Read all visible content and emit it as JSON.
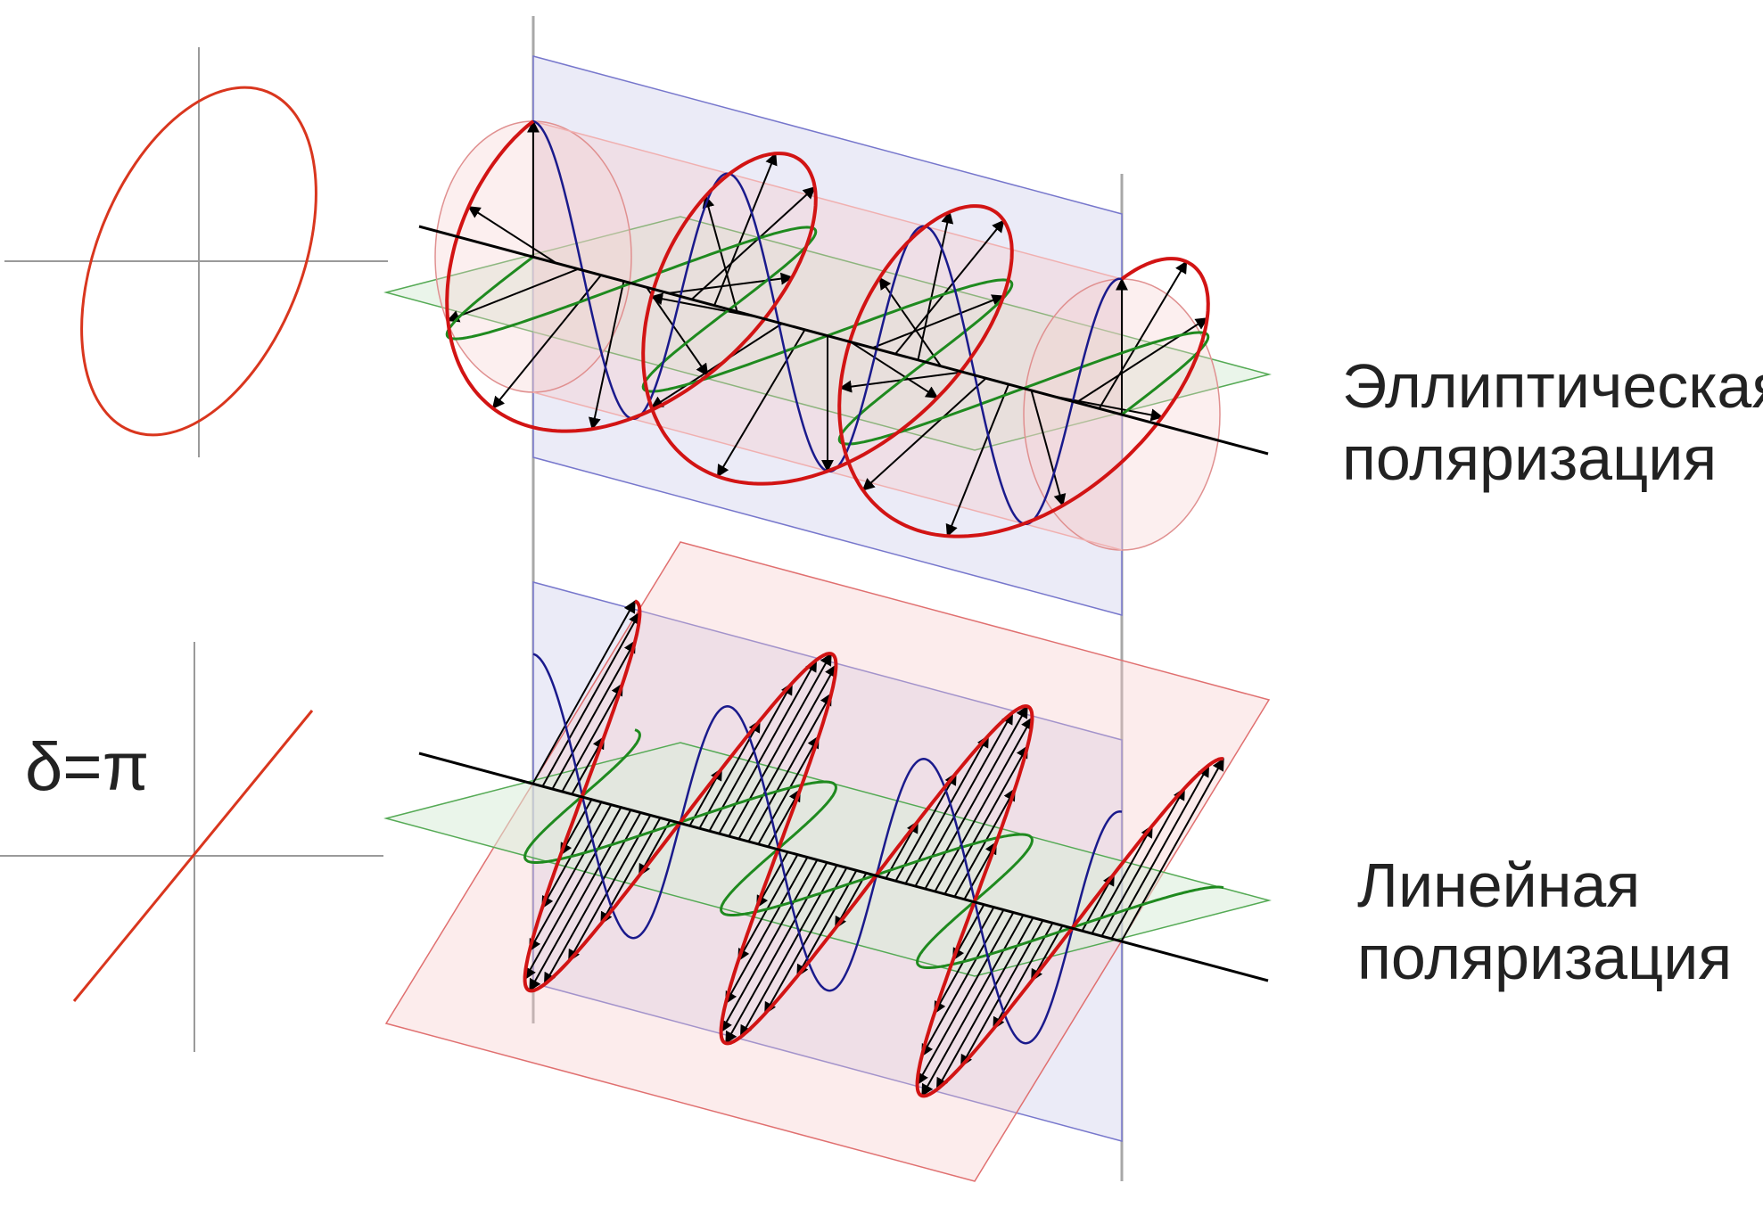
{
  "labels": {
    "elliptical_line1": "Эллиптическая",
    "elliptical_line2": "поляризация",
    "linear_line1": "Линейная",
    "linear_line2": "поляризация",
    "phase": "δ=π"
  },
  "colors": {
    "e_field": "#d21414",
    "e_x_component": "#1a1a8c",
    "e_y_component": "#1f8a1f",
    "field_vector": "#000000",
    "axis": "#999999",
    "blue_plane_fill": "#e8e8f6",
    "green_plane_fill": "#e6f2e6",
    "red_plane_fill": "#f8dada",
    "propagation_axis": "#000000"
  },
  "panels": [
    {
      "name": "elliptical",
      "ellipse_ratio": 0.55,
      "phase": "elliptical",
      "periods": 3
    },
    {
      "name": "linear",
      "ellipse_ratio": 0.0,
      "phase": "δ=π",
      "periods": 3
    }
  ]
}
